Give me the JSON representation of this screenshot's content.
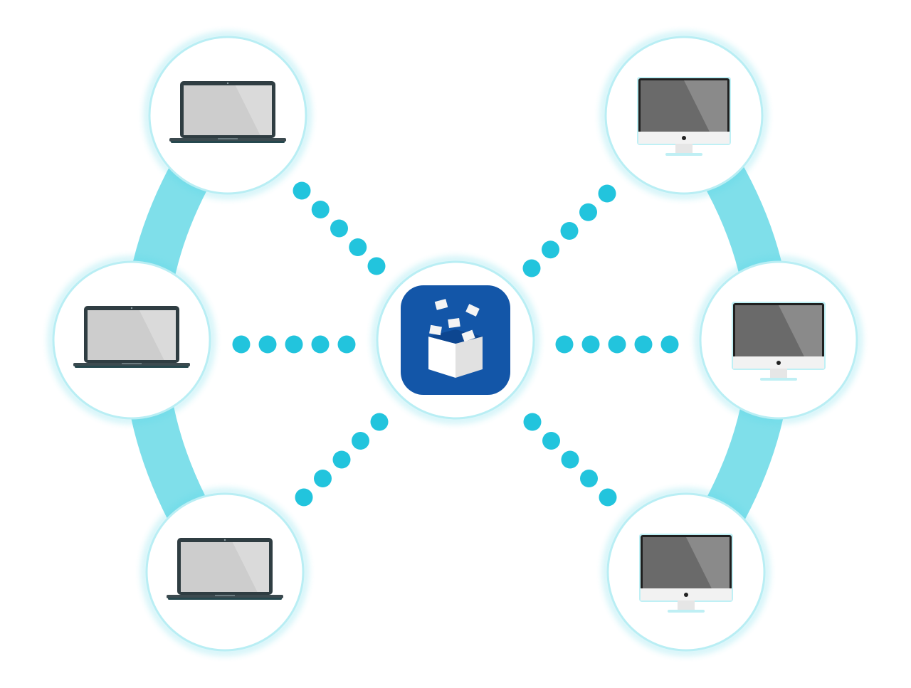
{
  "colors": {
    "background": "#ffffff",
    "ring": "#7fdfea",
    "node_border": "#b9eef4",
    "node_glow": "#58d6e6",
    "connector_dots": "#22c4dd",
    "hub_tile": "#1356a8",
    "hub_tile_dark": "#0d4690",
    "laptop_body": "#2f3d42",
    "laptop_screen": "#cdcdcd",
    "monitor_screen": "#6a6a6a",
    "monitor_stand": "#f2f2f2"
  },
  "diagram": {
    "hub": {
      "name": "hub-node",
      "icon": "box-with-documents-icon"
    },
    "nodes": [
      {
        "name": "laptop-node-top-left",
        "icon": "laptop-icon"
      },
      {
        "name": "laptop-node-middle-left",
        "icon": "laptop-icon"
      },
      {
        "name": "laptop-node-bottom-left",
        "icon": "laptop-icon"
      },
      {
        "name": "desktop-node-top-right",
        "icon": "desktop-monitor-icon"
      },
      {
        "name": "desktop-node-middle-right",
        "icon": "desktop-monitor-icon"
      },
      {
        "name": "desktop-node-bottom-right",
        "icon": "desktop-monitor-icon"
      }
    ],
    "connectors": [
      {
        "name": "connector-top-left",
        "dots": 5
      },
      {
        "name": "connector-middle-left",
        "dots": 5
      },
      {
        "name": "connector-bottom-left",
        "dots": 5
      },
      {
        "name": "connector-top-right",
        "dots": 5
      },
      {
        "name": "connector-middle-right",
        "dots": 5
      },
      {
        "name": "connector-bottom-right",
        "dots": 5
      }
    ]
  }
}
